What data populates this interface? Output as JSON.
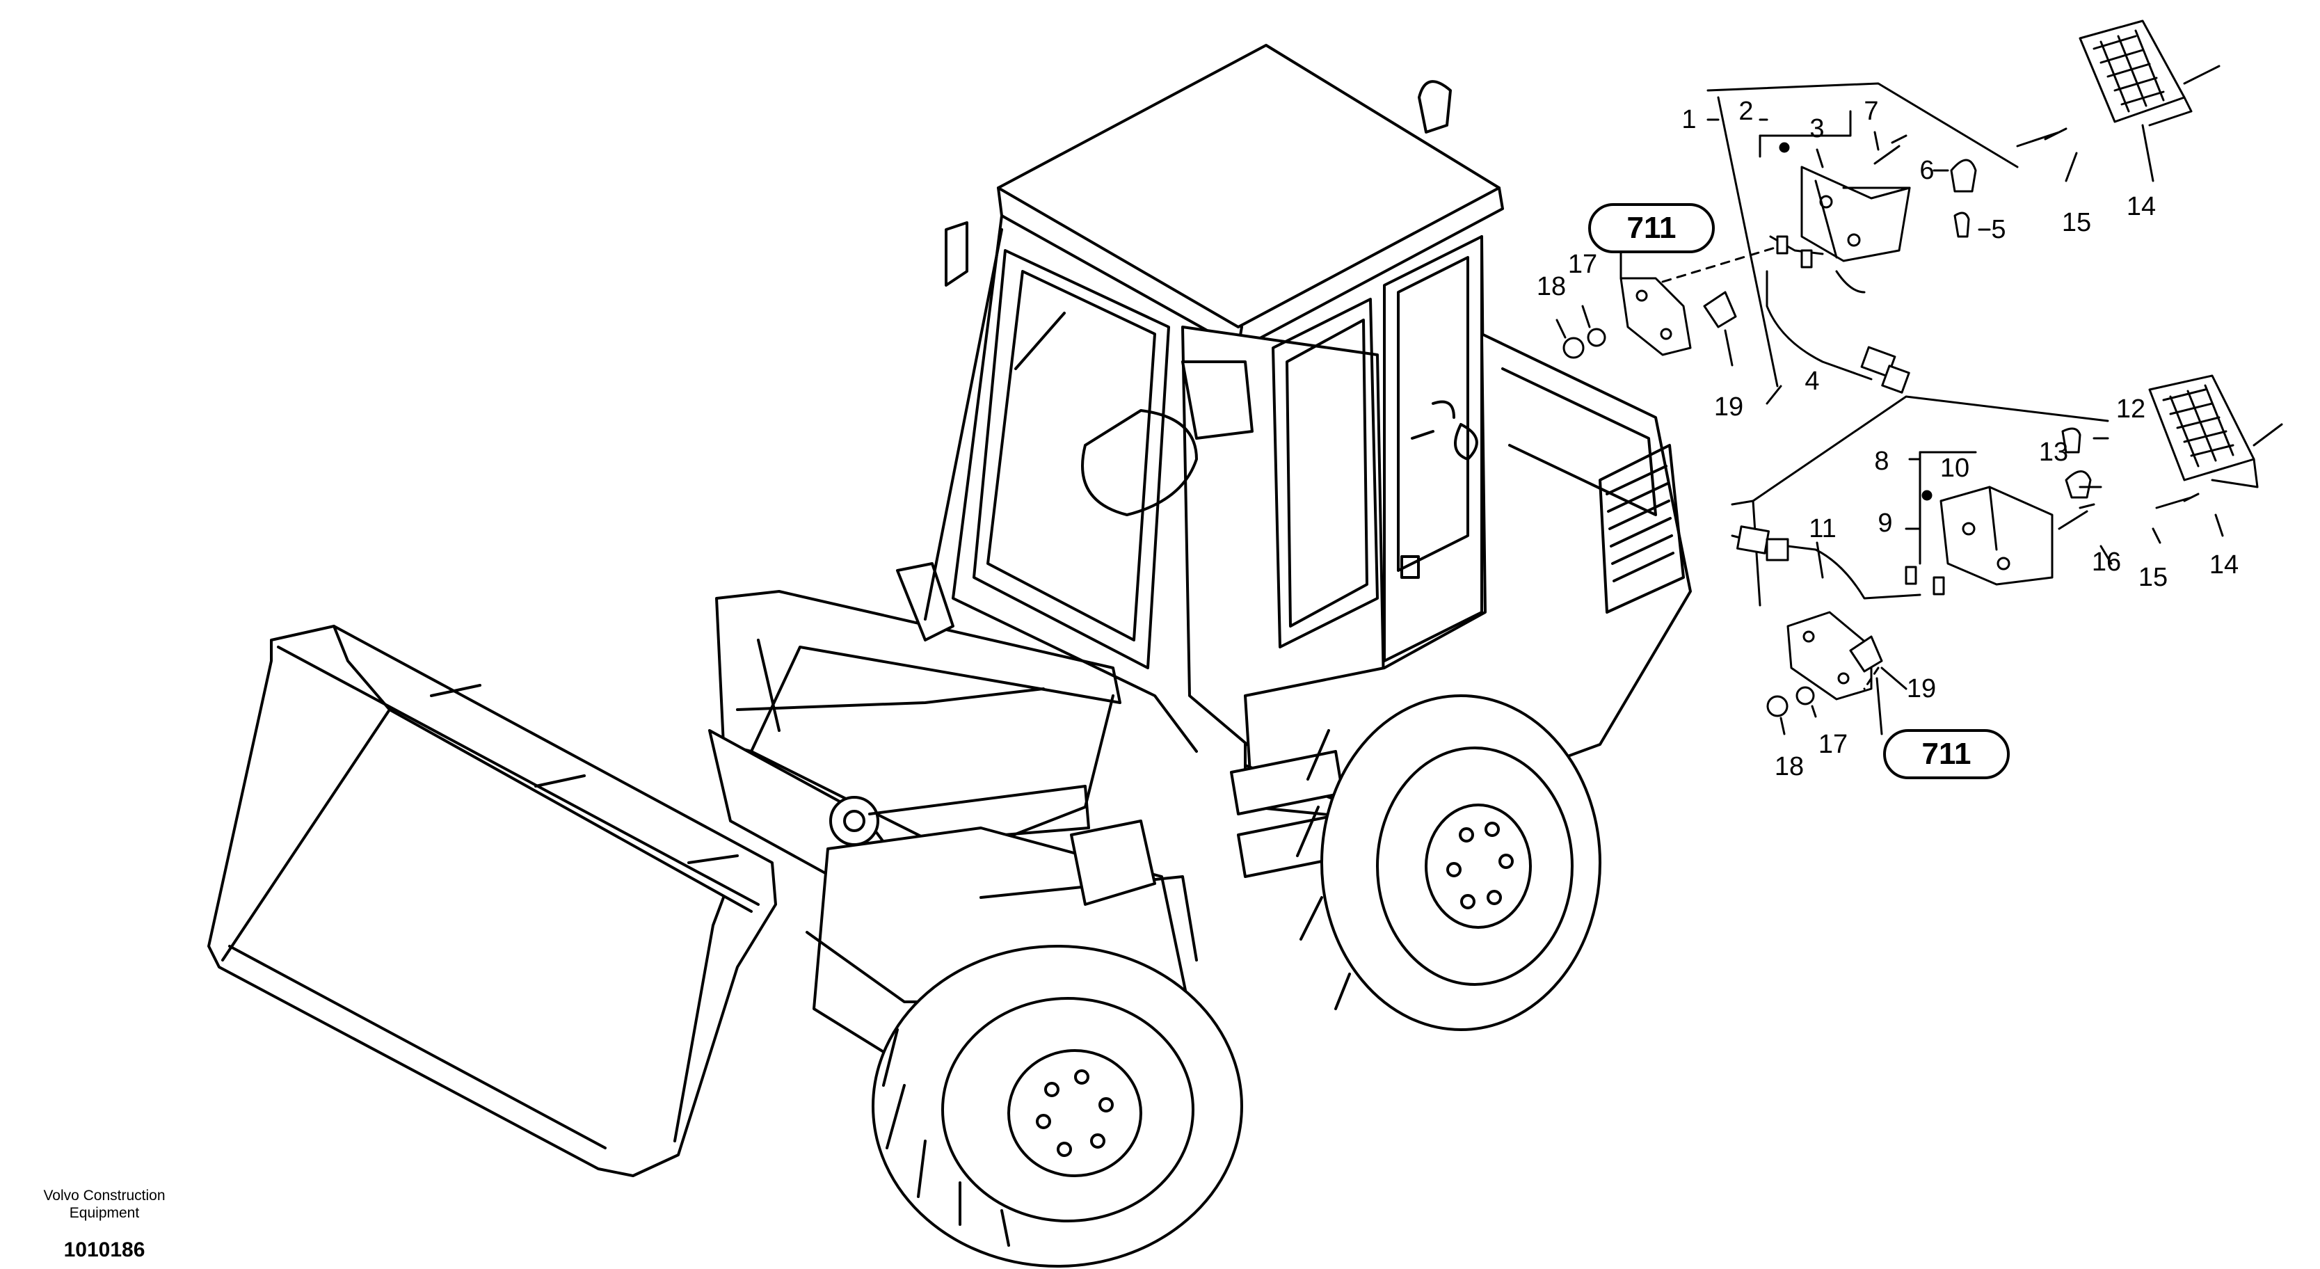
{
  "callouts": {
    "c1": "1",
    "c2": "2",
    "c3": "3",
    "c4": "4",
    "c5": "5",
    "c6": "6",
    "c7": "7",
    "c8": "8",
    "c9": "9",
    "c10": "10",
    "c11": "11",
    "c12": "12",
    "c13": "13",
    "c14a": "14",
    "c14b": "14",
    "c15a": "15",
    "c15b": "15",
    "c16": "16",
    "c17a": "17",
    "c17b": "17",
    "c18a": "18",
    "c18b": "18",
    "c19a": "19",
    "c19b": "19"
  },
  "references": {
    "ref_upper": "711",
    "ref_lower": "711"
  },
  "footer": {
    "company": "Volvo Construction Equipment",
    "doc_number": "1010186"
  }
}
